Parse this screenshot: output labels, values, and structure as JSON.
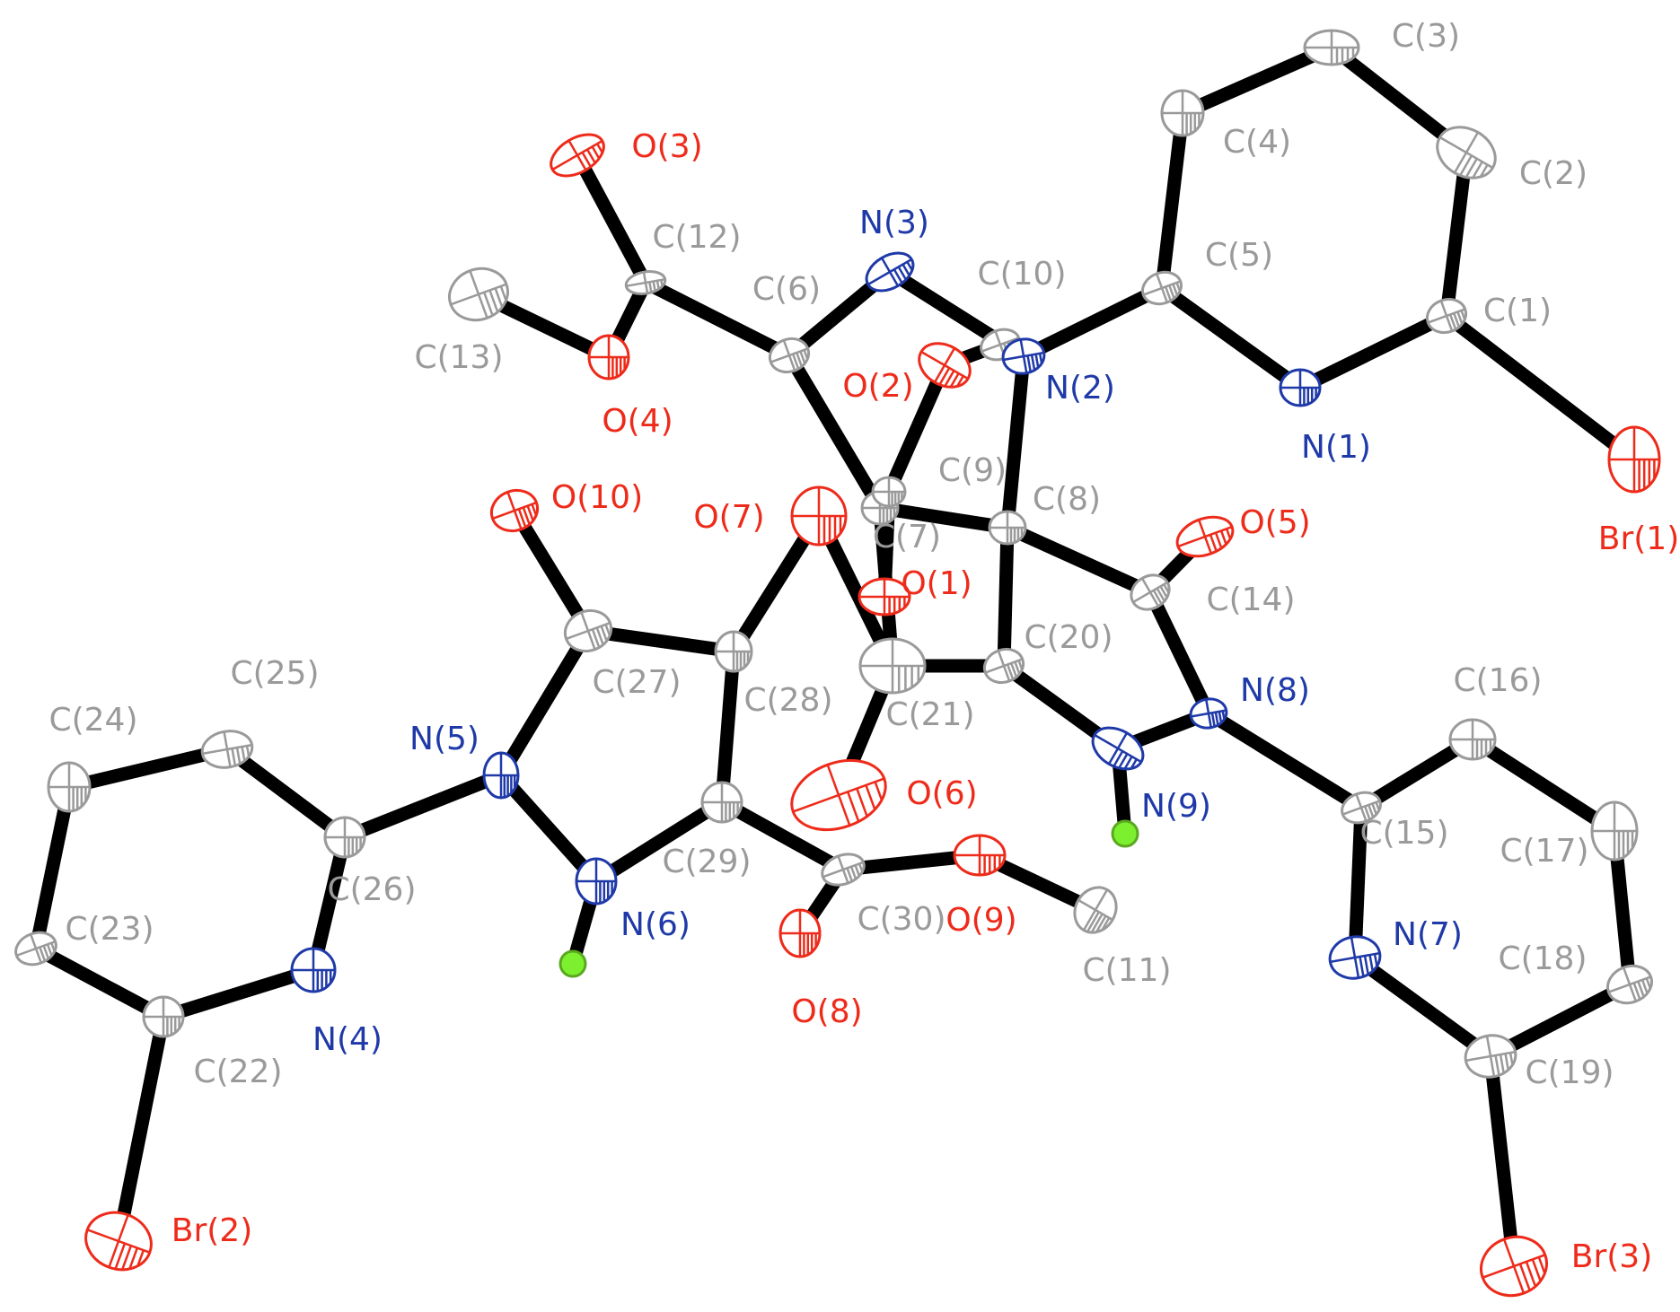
{
  "colors": {
    "C": "#9a9a9a",
    "N": "#1f3aa8",
    "O": "#ee2b1a",
    "Br": "#ee2b1a",
    "H": "#7cf02e",
    "bond": "#000000"
  },
  "atoms": [
    {
      "id": "C1",
      "label": "C(1)",
      "el": "C"
    },
    {
      "id": "C2",
      "label": "C(2)",
      "el": "C"
    },
    {
      "id": "C3",
      "label": "C(3)",
      "el": "C"
    },
    {
      "id": "C4",
      "label": "C(4)",
      "el": "C"
    },
    {
      "id": "C5",
      "label": "C(5)",
      "el": "C"
    },
    {
      "id": "C6",
      "label": "C(6)",
      "el": "C"
    },
    {
      "id": "C7",
      "label": "C(7)",
      "el": "C"
    },
    {
      "id": "C8",
      "label": "C(8)",
      "el": "C"
    },
    {
      "id": "C9",
      "label": "C(9)",
      "el": "C"
    },
    {
      "id": "C10",
      "label": "C(10)",
      "el": "C"
    },
    {
      "id": "C11",
      "label": "C(11)",
      "el": "C"
    },
    {
      "id": "C12",
      "label": "C(12)",
      "el": "C"
    },
    {
      "id": "C13",
      "label": "C(13)",
      "el": "C"
    },
    {
      "id": "C14",
      "label": "C(14)",
      "el": "C"
    },
    {
      "id": "C15",
      "label": "C(15)",
      "el": "C"
    },
    {
      "id": "C16",
      "label": "C(16)",
      "el": "C"
    },
    {
      "id": "C17",
      "label": "C(17)",
      "el": "C"
    },
    {
      "id": "C18",
      "label": "C(18)",
      "el": "C"
    },
    {
      "id": "C19",
      "label": "C(19)",
      "el": "C"
    },
    {
      "id": "C20",
      "label": "C(20)",
      "el": "C"
    },
    {
      "id": "C21",
      "label": "C(21)",
      "el": "C"
    },
    {
      "id": "C22",
      "label": "C(22)",
      "el": "C"
    },
    {
      "id": "C23",
      "label": "C(23)",
      "el": "C"
    },
    {
      "id": "C24",
      "label": "C(24)",
      "el": "C"
    },
    {
      "id": "C25",
      "label": "C(25)",
      "el": "C"
    },
    {
      "id": "C26",
      "label": "C(26)",
      "el": "C"
    },
    {
      "id": "C27",
      "label": "C(27)",
      "el": "C"
    },
    {
      "id": "C28",
      "label": "C(28)",
      "el": "C"
    },
    {
      "id": "C29",
      "label": "C(29)",
      "el": "C"
    },
    {
      "id": "C30",
      "label": "C(30)",
      "el": "C"
    },
    {
      "id": "N1",
      "label": "N(1)",
      "el": "N"
    },
    {
      "id": "N2",
      "label": "N(2)",
      "el": "N"
    },
    {
      "id": "N3",
      "label": "N(3)",
      "el": "N"
    },
    {
      "id": "N4",
      "label": "N(4)",
      "el": "N"
    },
    {
      "id": "N5",
      "label": "N(5)",
      "el": "N"
    },
    {
      "id": "N6",
      "label": "N(6)",
      "el": "N"
    },
    {
      "id": "N7",
      "label": "N(7)",
      "el": "N"
    },
    {
      "id": "N8",
      "label": "N(8)",
      "el": "N"
    },
    {
      "id": "N9",
      "label": "N(9)",
      "el": "N"
    },
    {
      "id": "O1",
      "label": "O(1)",
      "el": "O"
    },
    {
      "id": "O2",
      "label": "O(2)",
      "el": "O"
    },
    {
      "id": "O3",
      "label": "O(3)",
      "el": "O"
    },
    {
      "id": "O4",
      "label": "O(4)",
      "el": "O"
    },
    {
      "id": "O5",
      "label": "O(5)",
      "el": "O"
    },
    {
      "id": "O6",
      "label": "O(6)",
      "el": "O"
    },
    {
      "id": "O7",
      "label": "O(7)",
      "el": "O"
    },
    {
      "id": "O8",
      "label": "O(8)",
      "el": "O"
    },
    {
      "id": "O9",
      "label": "O(9)",
      "el": "O"
    },
    {
      "id": "O10",
      "label": "O(10)",
      "el": "O"
    },
    {
      "id": "Br1",
      "label": "Br(1)",
      "el": "Br"
    },
    {
      "id": "Br2",
      "label": "Br(2)",
      "el": "Br"
    },
    {
      "id": "Br3",
      "label": "Br(3)",
      "el": "Br"
    },
    {
      "id": "H6",
      "label": "",
      "el": "H"
    },
    {
      "id": "H9",
      "label": "",
      "el": "H"
    }
  ],
  "bonds": [
    [
      "C1",
      "C2"
    ],
    [
      "C2",
      "C3"
    ],
    [
      "C3",
      "C4"
    ],
    [
      "C4",
      "C5"
    ],
    [
      "C5",
      "N1"
    ],
    [
      "N1",
      "C1"
    ],
    [
      "C1",
      "Br1"
    ],
    [
      "C5",
      "N2"
    ],
    [
      "N2",
      "N3"
    ],
    [
      "N3",
      "C6"
    ],
    [
      "C6",
      "C12"
    ],
    [
      "C12",
      "O3"
    ],
    [
      "C12",
      "O4"
    ],
    [
      "O4",
      "C13"
    ],
    [
      "N2",
      "C10"
    ],
    [
      "C10",
      "O2"
    ],
    [
      "O2",
      "C9"
    ],
    [
      "C9",
      "O1"
    ],
    [
      "C9",
      "C7"
    ],
    [
      "C6",
      "C7"
    ],
    [
      "C7",
      "C8"
    ],
    [
      "C8",
      "N2"
    ],
    [
      "C8",
      "C14"
    ],
    [
      "C14",
      "O5"
    ],
    [
      "C14",
      "N8"
    ],
    [
      "C8",
      "C20"
    ],
    [
      "C20",
      "N9"
    ],
    [
      "N9",
      "N8"
    ],
    [
      "N9",
      "H9"
    ],
    [
      "C20",
      "C21"
    ],
    [
      "C21",
      "O6"
    ],
    [
      "C21",
      "C7"
    ],
    [
      "C21",
      "O7"
    ],
    [
      "O7",
      "C28"
    ],
    [
      "N8",
      "C15"
    ],
    [
      "C15",
      "C16"
    ],
    [
      "C16",
      "C17"
    ],
    [
      "C17",
      "C18"
    ],
    [
      "C18",
      "C19"
    ],
    [
      "C19",
      "N7"
    ],
    [
      "N7",
      "C15"
    ],
    [
      "C19",
      "Br3"
    ],
    [
      "C28",
      "C27"
    ],
    [
      "C27",
      "O10"
    ],
    [
      "C27",
      "N5"
    ],
    [
      "N5",
      "N6"
    ],
    [
      "N6",
      "H6"
    ],
    [
      "N6",
      "C29"
    ],
    [
      "C29",
      "C28"
    ],
    [
      "C29",
      "C30"
    ],
    [
      "C30",
      "O8"
    ],
    [
      "C30",
      "O9"
    ],
    [
      "O9",
      "C11"
    ],
    [
      "N5",
      "C26"
    ],
    [
      "C26",
      "C25"
    ],
    [
      "C25",
      "C24"
    ],
    [
      "C24",
      "C23"
    ],
    [
      "C23",
      "C22"
    ],
    [
      "C22",
      "N4"
    ],
    [
      "N4",
      "C26"
    ],
    [
      "C22",
      "Br2"
    ]
  ]
}
